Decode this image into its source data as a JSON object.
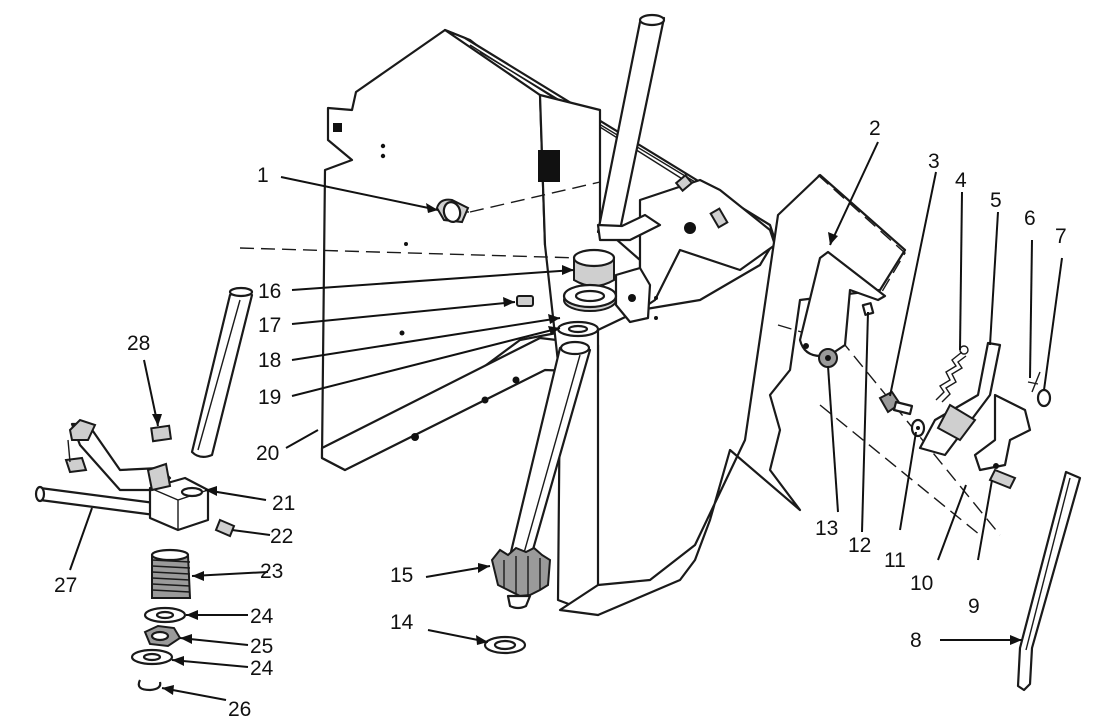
{
  "callouts": [
    {
      "id": "c1",
      "text": "1"
    },
    {
      "id": "c2",
      "text": "2"
    },
    {
      "id": "c3",
      "text": "3"
    },
    {
      "id": "c4",
      "text": "4"
    },
    {
      "id": "c5",
      "text": "5"
    },
    {
      "id": "c6",
      "text": "6"
    },
    {
      "id": "c7",
      "text": "7"
    },
    {
      "id": "c8",
      "text": "8"
    },
    {
      "id": "c9",
      "text": "9"
    },
    {
      "id": "c10",
      "text": "10"
    },
    {
      "id": "c11",
      "text": "11"
    },
    {
      "id": "c12",
      "text": "12"
    },
    {
      "id": "c13",
      "text": "13"
    },
    {
      "id": "c14",
      "text": "14"
    },
    {
      "id": "c15",
      "text": "15"
    },
    {
      "id": "c16",
      "text": "16"
    },
    {
      "id": "c17",
      "text": "17"
    },
    {
      "id": "c18",
      "text": "18"
    },
    {
      "id": "c19",
      "text": "19"
    },
    {
      "id": "c20",
      "text": "20"
    },
    {
      "id": "c21",
      "text": "21"
    },
    {
      "id": "c22",
      "text": "22"
    },
    {
      "id": "c23",
      "text": "23"
    },
    {
      "id": "c24a",
      "text": "24"
    },
    {
      "id": "c25",
      "text": "25"
    },
    {
      "id": "c24b",
      "text": "24"
    },
    {
      "id": "c26",
      "text": "26"
    },
    {
      "id": "c27",
      "text": "27"
    },
    {
      "id": "c28",
      "text": "28"
    }
  ]
}
